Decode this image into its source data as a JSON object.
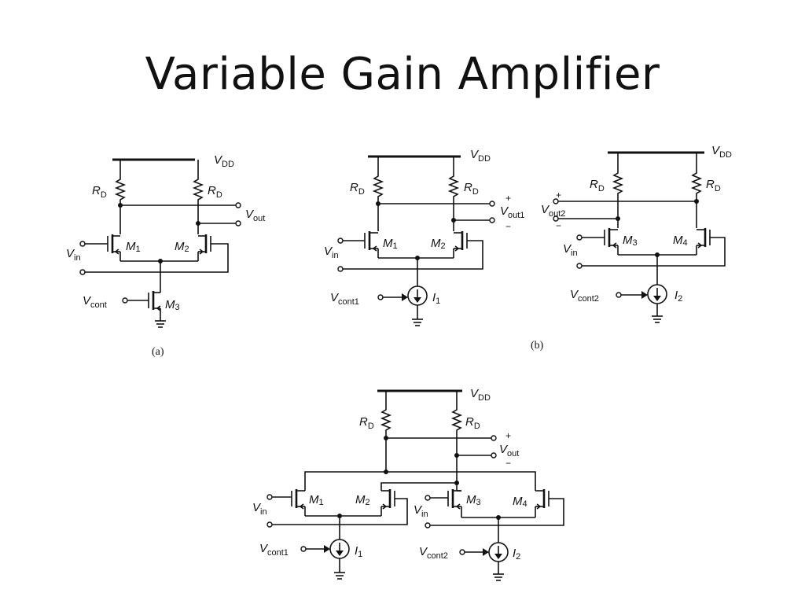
{
  "slide": {
    "title": "Variable Gain Amplifier"
  },
  "labels": {
    "vdd": "DD",
    "v": "V",
    "rd": "R",
    "rd_sub": "D",
    "m": "M",
    "m1": "1",
    "m2": "2",
    "m3": "3",
    "m4": "4",
    "vin_sub": "in",
    "vout_sub": "out",
    "vout1_sub": "out1",
    "vout2_sub": "out2",
    "vcont_sub": "cont",
    "vcont1_sub": "cont1",
    "vcont2_sub": "cont2",
    "i": "I",
    "i1": "1",
    "i2": "2",
    "plus": "+",
    "minus": "−"
  },
  "captions": {
    "a": "(a)",
    "b": "(b)"
  }
}
